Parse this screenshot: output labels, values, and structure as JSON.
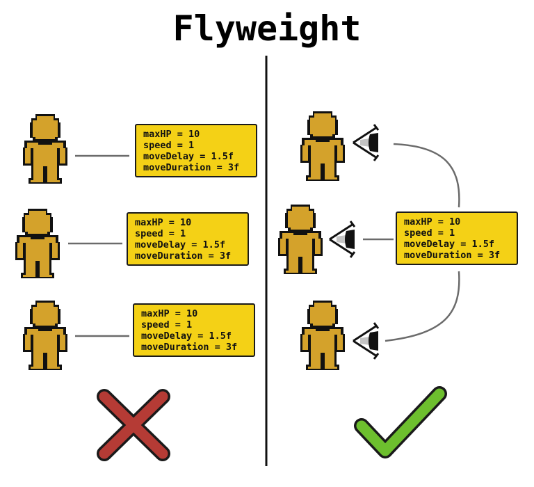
{
  "title": "Flyweight",
  "stat_lines": [
    "maxHP = 10",
    "speed = 1",
    "moveDelay = 1.5f",
    "moveDuration = 3f"
  ],
  "colors": {
    "figure_fill": "#d4a22b",
    "box_fill": "#f4d116",
    "connector": "#6b6b6b",
    "cross": "#b53b35",
    "check": "#6dbf2e"
  },
  "icons": {
    "character": "pixel-character-icon",
    "pointer": "eye-pointer-icon",
    "wrong": "cross-icon",
    "right": "check-icon"
  }
}
